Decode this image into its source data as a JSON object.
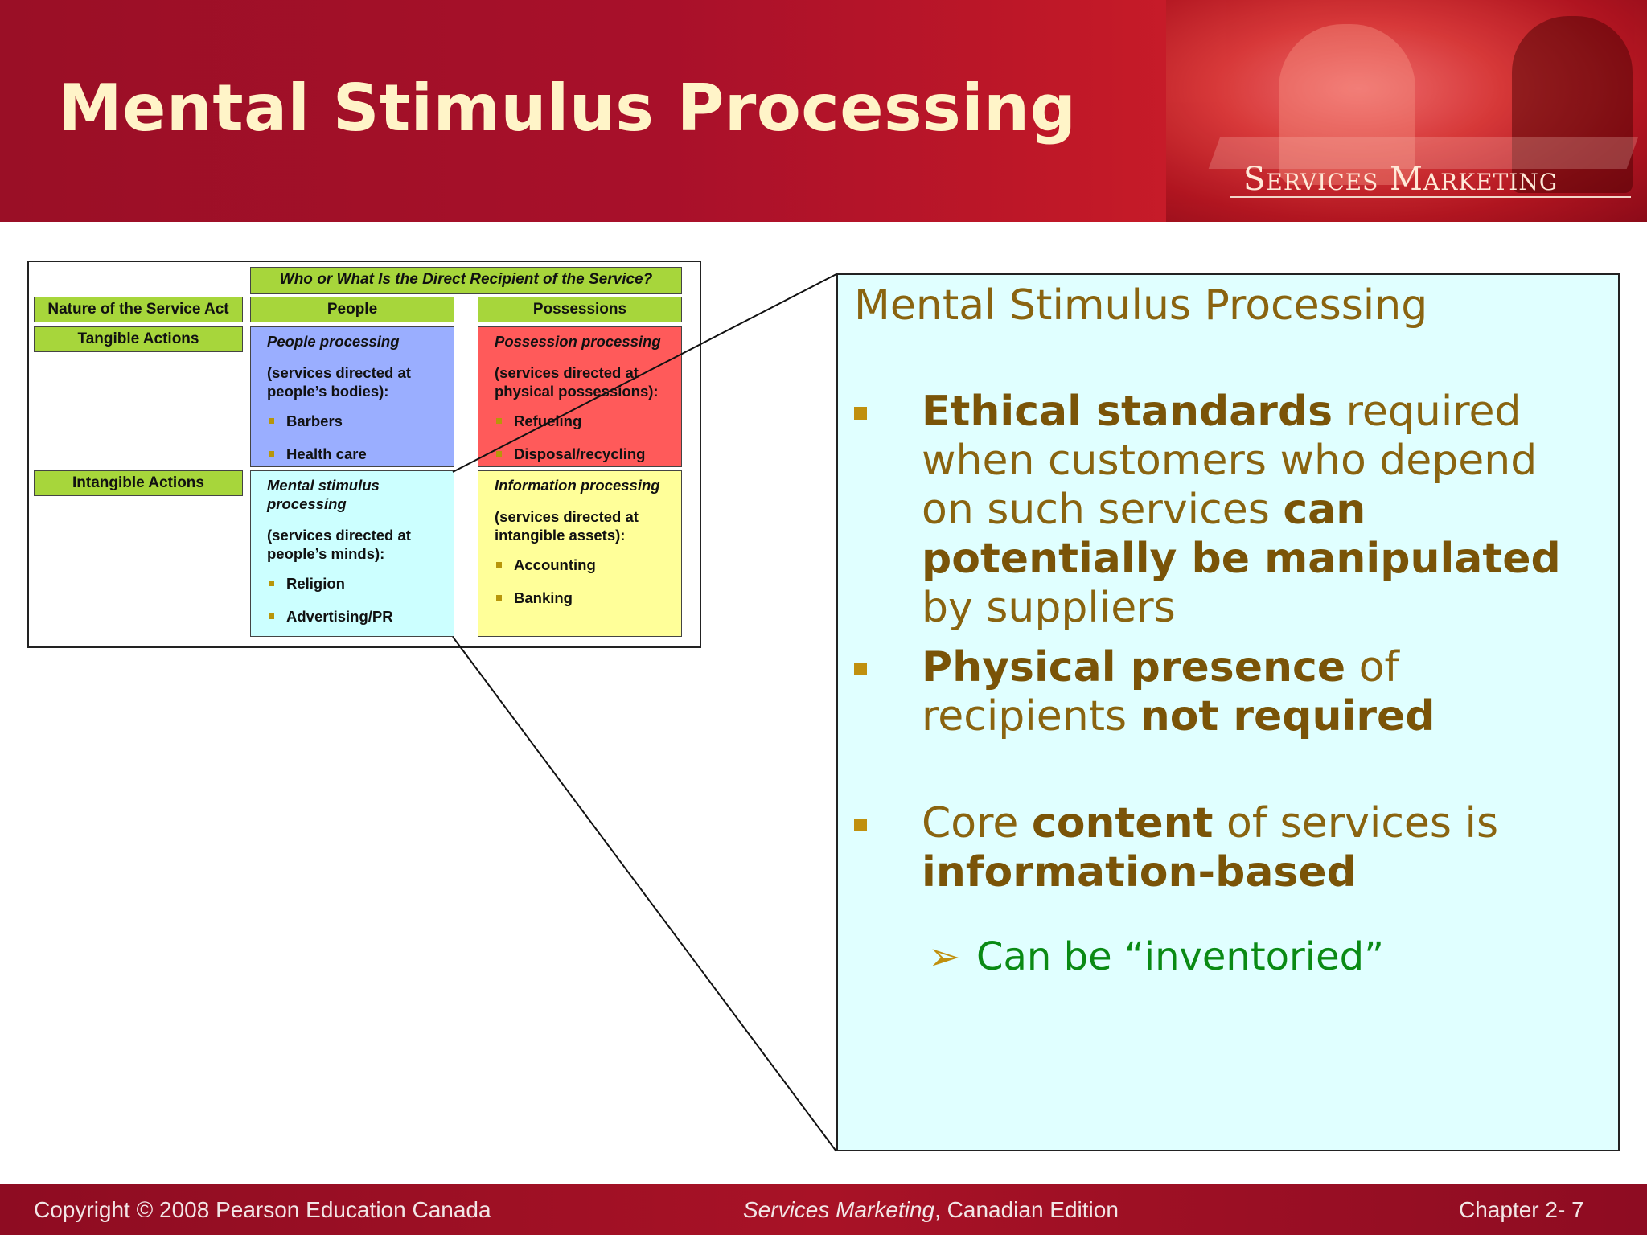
{
  "slide": {
    "title": "Mental Stimulus Processing",
    "brand": "Services Marketing"
  },
  "matrix": {
    "recipient_header": "Who or What Is the Direct Recipient of the Service?",
    "nature_header": "Nature of the Service Act",
    "col_people": "People",
    "col_possessions": "Possessions",
    "row_tangible": "Tangible Actions",
    "row_intangible": "Intangible Actions",
    "people_processing": {
      "title": "People processing",
      "desc": "(services directed at people’s bodies):",
      "items": [
        "Barbers",
        "Health care"
      ]
    },
    "possession_processing": {
      "title": "Possession processing",
      "desc": "(services directed at physical possessions):",
      "items": [
        "Refueling",
        "Disposal/recycling"
      ]
    },
    "mental_processing": {
      "title": "Mental stimulus processing",
      "desc": "(services directed at people’s minds):",
      "items": [
        "Religion",
        "Advertising/PR"
      ]
    },
    "information_processing": {
      "title": "Information processing",
      "desc": "(services directed at intangible assets):",
      "items": [
        "Accounting",
        "Banking"
      ]
    }
  },
  "callout": {
    "title": "Mental Stimulus Processing",
    "b1": {
      "s1": "Ethical standards",
      "t1": " required when customers who depend on such services ",
      "s2": "can potentially be manipulated",
      "t2": " by suppliers"
    },
    "b2": {
      "s1": "Physical presence",
      "t1": " of recipients ",
      "s2": "not required"
    },
    "b3": {
      "t0": "Core ",
      "s1": "content",
      "t1": " of services is ",
      "s2": "information-based"
    },
    "sub": "Can be “inventoried”"
  },
  "footer": {
    "copyright": "Copyright © 2008 Pearson Education Canada",
    "book_title": "Services Marketing",
    "book_edition": ", Canadian Edition",
    "chapter": "Chapter 2- 7"
  }
}
